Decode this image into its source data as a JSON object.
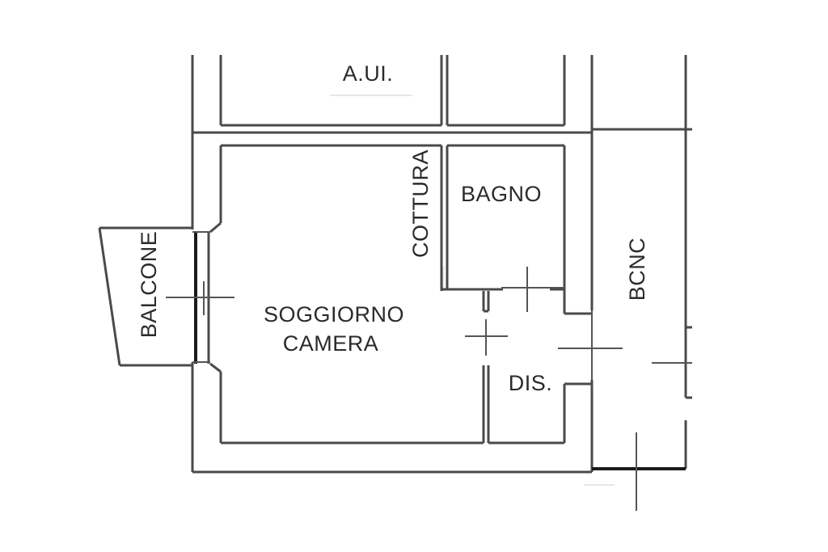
{
  "rooms": {
    "aui": "A.UI.",
    "cottura": "COTTURA",
    "bagno": "BAGNO",
    "bcnc": "BCNC",
    "balcone": "BALCONE",
    "soggiorno_line1": "SOGGIORNO",
    "soggiorno_line2": "CAMERA",
    "dis": "DIS."
  },
  "colors": {
    "wall": "#4a4a4a",
    "text": "#2b2b2b",
    "background": "#ffffff"
  }
}
